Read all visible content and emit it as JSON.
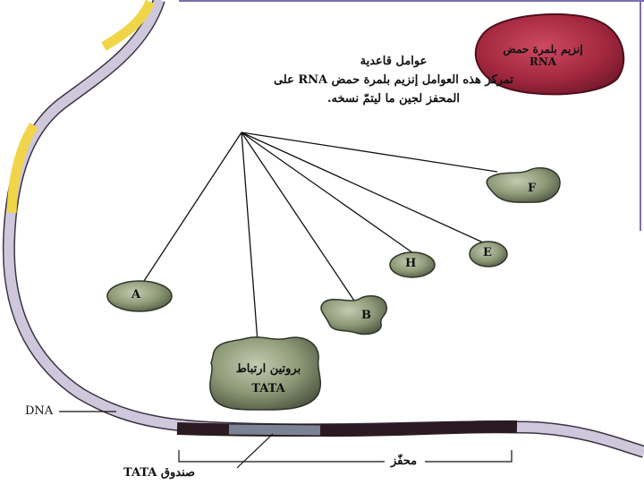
{
  "caption": {
    "line1": "عوامل قاعدية",
    "line2": "تمركز هذه العوامل إنزيم بلمرة حمض RNA على",
    "line3": "المحفز لجين ما ليتمّ نسخه."
  },
  "polymerase": {
    "label": "إنزيم بلمرة حمض RNA",
    "color": "#a3283f"
  },
  "factors": [
    {
      "id": "A",
      "label": "A"
    },
    {
      "id": "B",
      "label": "B"
    },
    {
      "id": "H",
      "label": "H"
    },
    {
      "id": "E",
      "label": "E"
    },
    {
      "id": "F",
      "label": "F"
    }
  ],
  "tata_binding_protein": {
    "line1": "بروتين ارتباط",
    "line2": "TATA"
  },
  "labels": {
    "dna": "DNA",
    "promoter": "محفّز",
    "tata_box": "صندوق TATA"
  },
  "colors": {
    "factor_fill": "#8f9a78",
    "dna_strand": "#cfc8dd",
    "dna_yellow": "#f1d548",
    "promoter_dark": "#2c1a22",
    "tata_box": "#7a8394"
  }
}
